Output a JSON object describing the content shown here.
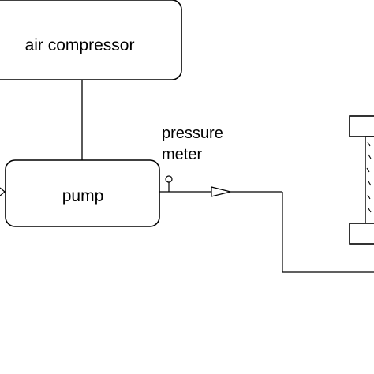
{
  "diagram": {
    "nodes": {
      "air_compressor": "air compressor",
      "pump": "pump"
    },
    "labels": {
      "pressure_line1": "pressure",
      "pressure_line2": "meter"
    }
  },
  "colors": {
    "stroke": "#000000",
    "background": "#ffffff"
  }
}
